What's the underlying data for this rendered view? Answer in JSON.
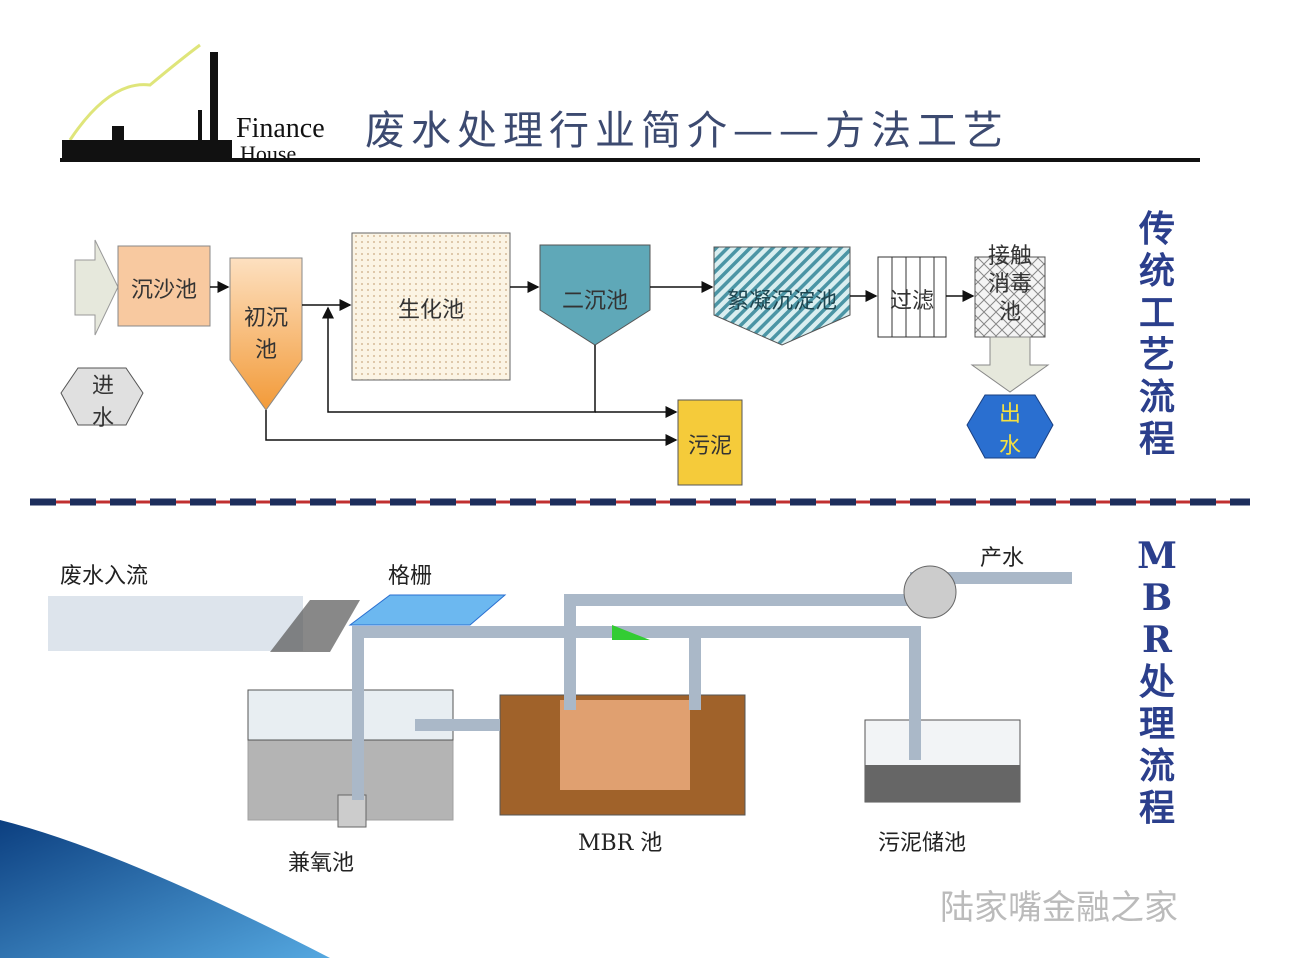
{
  "header": {
    "title": "废水处理行业简介——方法工艺",
    "logo_line1": "Finance",
    "logo_line2": "House"
  },
  "side_labels": {
    "traditional": "传统工艺流程",
    "mbr": "MBR处理流程"
  },
  "traditional_process": {
    "inlet": "进水",
    "grit": "沉沙池",
    "primary": "初沉池",
    "bio": "生化池",
    "secondary": "二沉池",
    "coag": "絮凝沉淀池",
    "filter": "过滤",
    "disinfect": "接触消毒池",
    "sludge": "污泥",
    "outlet": "出水"
  },
  "mbr_process": {
    "inflow": "废水入流",
    "screen": "格栅",
    "product": "产水",
    "anoxic": "兼氧池",
    "mbr": "MBR 池",
    "sludge_tank": "污泥储池"
  },
  "watermark": "陆家嘴金融之家",
  "colors": {
    "title": "#3c4a70",
    "side": "#2b3f8c",
    "outlet": "#2a6fd0",
    "sludge": "#f5cb3a",
    "grit": "#f8c9a0",
    "teal": "#5fa8b8"
  }
}
